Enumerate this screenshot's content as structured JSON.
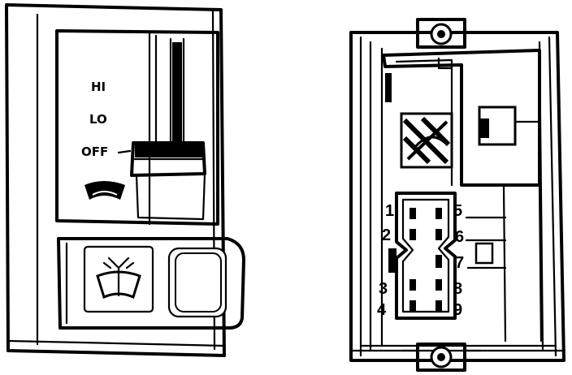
{
  "switch_front": {
    "speed_labels": [
      "HI",
      "LO",
      "OFF"
    ]
  },
  "connector": {
    "pins_left": [
      "1",
      "2",
      "3",
      "4"
    ],
    "pins_right": [
      "5",
      "6",
      "7",
      "8",
      "9"
    ]
  }
}
